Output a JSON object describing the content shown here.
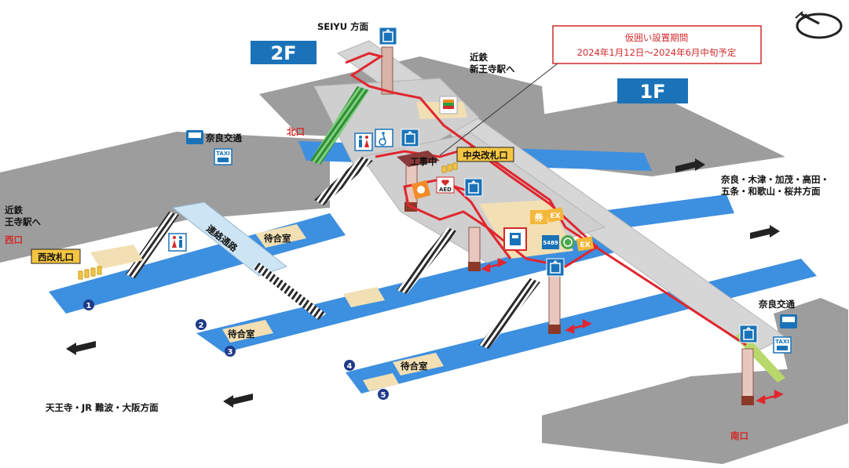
{
  "floors": {
    "upper": "2F",
    "lower": "1F"
  },
  "notice": {
    "line1": "仮囲い設置期間",
    "line2": "2024年1月12日～2024年6月中旬予定"
  },
  "construction_label": "工事中",
  "gates": {
    "central": "中央改札口",
    "west": "西改札口"
  },
  "exits": {
    "north": "北口",
    "west": "西口",
    "south": "南口"
  },
  "destinations": {
    "seiyu": "SEIYU 方面",
    "kintetsu_shin_ojiji_line1": "近鉄",
    "kintetsu_shin_ojiji_line2": "新王寺駅へ",
    "kintetsu_ojiji_line1": "近鉄",
    "kintetsu_ojiji_line2": "王寺駅へ",
    "nara_kotsu_north": "奈良交通",
    "nara_kotsu_south": "奈良交通",
    "nara_dir_line1": "奈良・木津・加茂・高田・",
    "nara_dir_line2": "五条・和歌山・桜井方面",
    "tennoji_dir": "天王寺・JR 難波・大阪方面",
    "connecting_corridor": "連絡通路"
  },
  "waiting_rooms": [
    "待合室",
    "待合室",
    "待合室"
  ],
  "platform_numbers": [
    "1",
    "2",
    "3",
    "4",
    "5"
  ],
  "icons": {
    "aed": "AED",
    "taxi": "TAXI",
    "ticket_char": "券",
    "ex_badge": "EX",
    "atm_label": "5489"
  },
  "colors": {
    "floor_badge": "#1a73b8",
    "platform": "#3d8fe0",
    "concourse": "#9a9a9a",
    "route": "#e0262e",
    "gate_fill": "#f4c542",
    "waiting_fill": "#f2dfb3",
    "escalator": "#4da74d"
  }
}
